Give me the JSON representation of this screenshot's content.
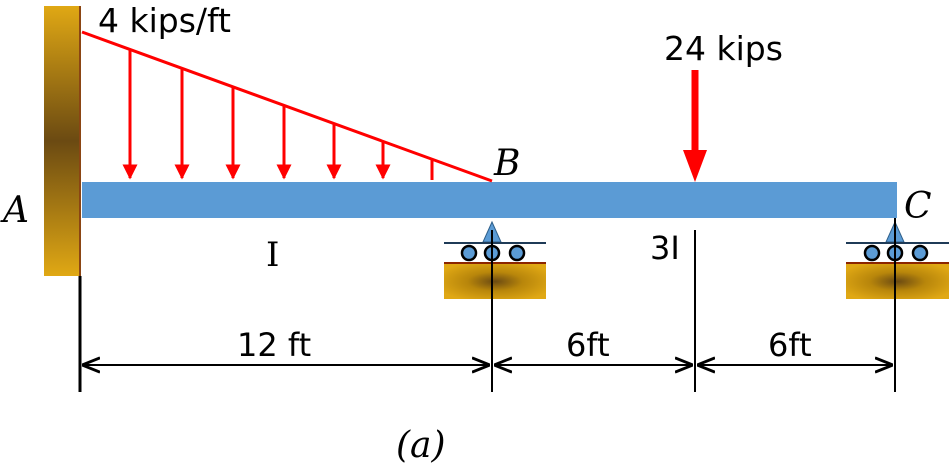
{
  "diagram": {
    "distributed_load": {
      "label": "4 kips/ft",
      "intensity_kips_per_ft": 4,
      "length_ft": 12
    },
    "point_load": {
      "label": "24 kips",
      "magnitude_kips": 24
    },
    "points": {
      "A": "A",
      "B": "B",
      "C": "C"
    },
    "moments_of_inertia": {
      "segment_AB": "I",
      "segment_BC": "3I"
    },
    "dimensions": {
      "AB": "12 ft",
      "B_to_load": "6ft",
      "load_to_C": "6ft"
    },
    "caption": "(a)",
    "colors": {
      "beam": "#5b9bd5",
      "load": "#ff0000",
      "wall": "#c89a10",
      "support_triangle": "#5b9bd5",
      "dimension": "#000000"
    }
  }
}
